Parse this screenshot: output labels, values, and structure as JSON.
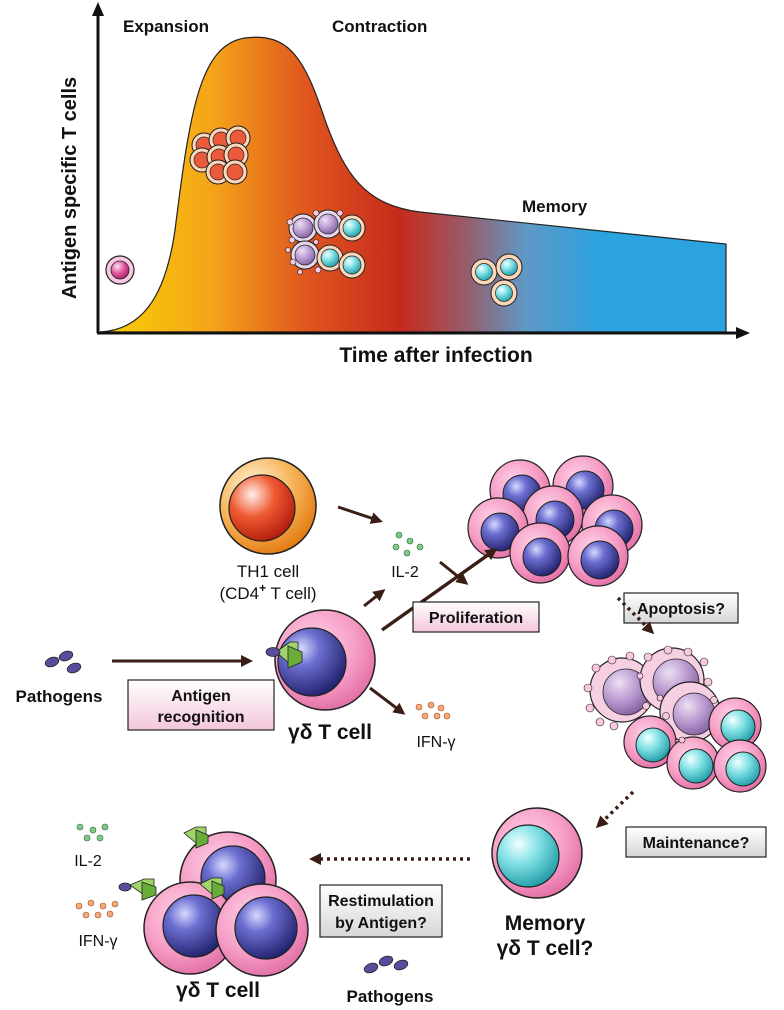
{
  "top_chart": {
    "y_axis_label": "Antigen specific T cells",
    "x_axis_label": "Time after infection",
    "phases": {
      "expansion": "Expansion",
      "contraction": "Contraction",
      "memory": "Memory"
    }
  },
  "cycle": {
    "th1_line1": "TH1 cell",
    "th1_line2": "(CD4",
    "th1_sup": "+",
    "th1_line2_end": " T cell)",
    "il2": "IL-2",
    "ifng": "IFN-γ",
    "pathogens": "Pathogens",
    "antigen_line1": "Antigen",
    "antigen_line2": "recognition",
    "gd_tcell": "γδ T cell",
    "proliferation": "Proliferation",
    "apoptosis": "Apoptosis?",
    "maintenance": "Maintenance?",
    "memory_line1": "Memory",
    "memory_line2": "γδ T cell?",
    "restim_line1": "Restimulation",
    "restim_line2": "by Antigen?",
    "il2_bottom": "IL-2",
    "ifng_bottom": "IFN-γ",
    "gd_tcell_bottom": "γδ T cell",
    "pathogens_bottom": "Pathogens"
  },
  "colors": {
    "expansion_start": "#f9c800",
    "expansion_mid": "#e8751c",
    "contraction": "#c8281c",
    "memory": "#2aa3df",
    "gd_cell_outer": "#f07eb4",
    "gd_cell_nucleus": "#3a3a9a",
    "memory_nucleus": "#3cc0c8",
    "th1_outer": "#f08a1e",
    "th1_nucleus": "#e8321c"
  }
}
